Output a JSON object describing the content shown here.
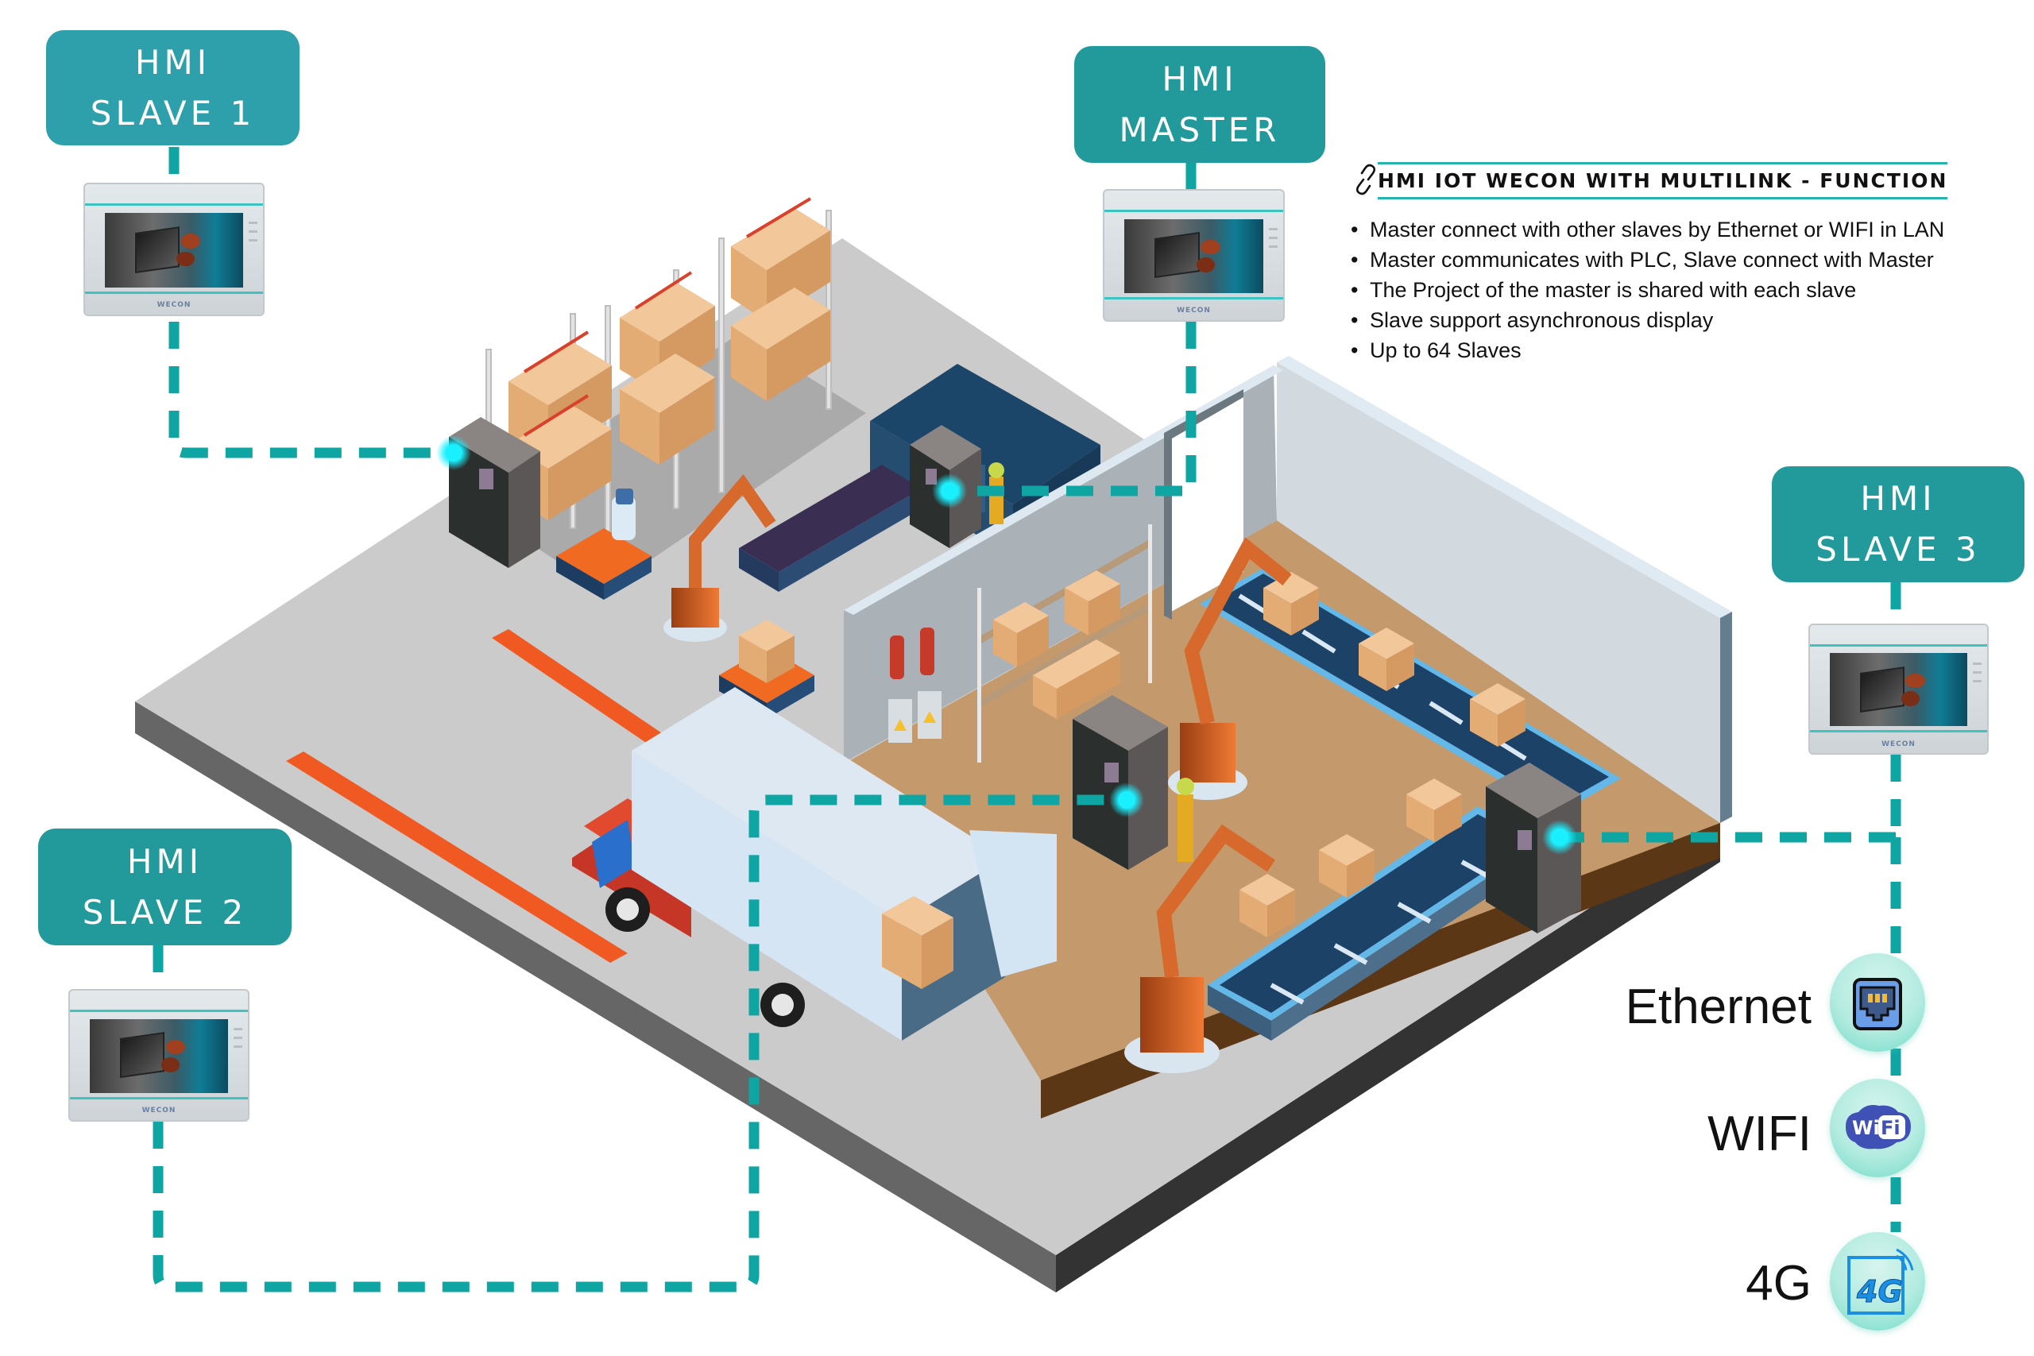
{
  "hmi_units": [
    {
      "id": "slave1",
      "line1": "HMI",
      "line2": "SLAVE 1",
      "panel_logo": "WECON"
    },
    {
      "id": "master",
      "line1": "HMI",
      "line2": "MASTER",
      "panel_logo": "WECON"
    },
    {
      "id": "slave3",
      "line1": "HMI",
      "line2": "SLAVE 3",
      "panel_logo": "WECON"
    },
    {
      "id": "slave2",
      "line1": "HMI",
      "line2": "SLAVE 2",
      "panel_logo": "WECON"
    }
  ],
  "info": {
    "title": "HMI IOT WECON WITH MULTILINK - FUNCTION",
    "title_icon": "link-icon",
    "bullets": [
      "Master connect with other slaves by Ethernet or WIFI in LAN",
      "Master communicates with PLC, Slave connect with Master",
      "The Project of the master is shared with each slave",
      "Slave support asynchronous display",
      "Up to 64 Slaves"
    ]
  },
  "connectivity": [
    {
      "label": "Ethernet",
      "icon": "ethernet-port-icon"
    },
    {
      "label": "WIFI",
      "icon": "wifi-icon",
      "icon_text_a": "Wi",
      "icon_text_b": "Fi"
    },
    {
      "label": "4G",
      "icon": "4g-signal-icon",
      "icon_text": "4G"
    }
  ],
  "colors": {
    "label_teal": "#22999a",
    "dash_teal": "#0ea5a3",
    "glow_cyan": "#19f0ff",
    "floor_gray": "#cbcbcb",
    "accent_orange": "#f05a22"
  }
}
